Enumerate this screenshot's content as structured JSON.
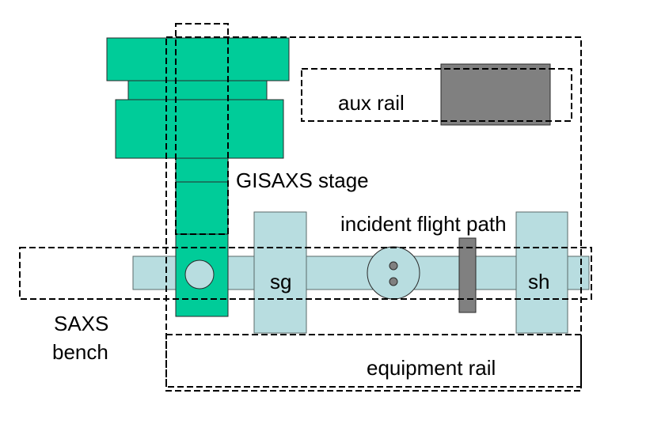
{
  "colors": {
    "stage_green": "#00cc99",
    "component_light": "#b8dde0",
    "dark_gray": "#808080",
    "outline": "#333333",
    "dash": "#000000"
  },
  "labels": {
    "aux_rail": "aux rail",
    "gisaxs_stage": "GISAXS stage",
    "incident_flight_path": "incident flight path",
    "sg": "sg",
    "sh": "sh",
    "saxs_bench_line1": "SAXS",
    "saxs_bench_line2": "bench",
    "equipment_rail": "equipment rail"
  }
}
